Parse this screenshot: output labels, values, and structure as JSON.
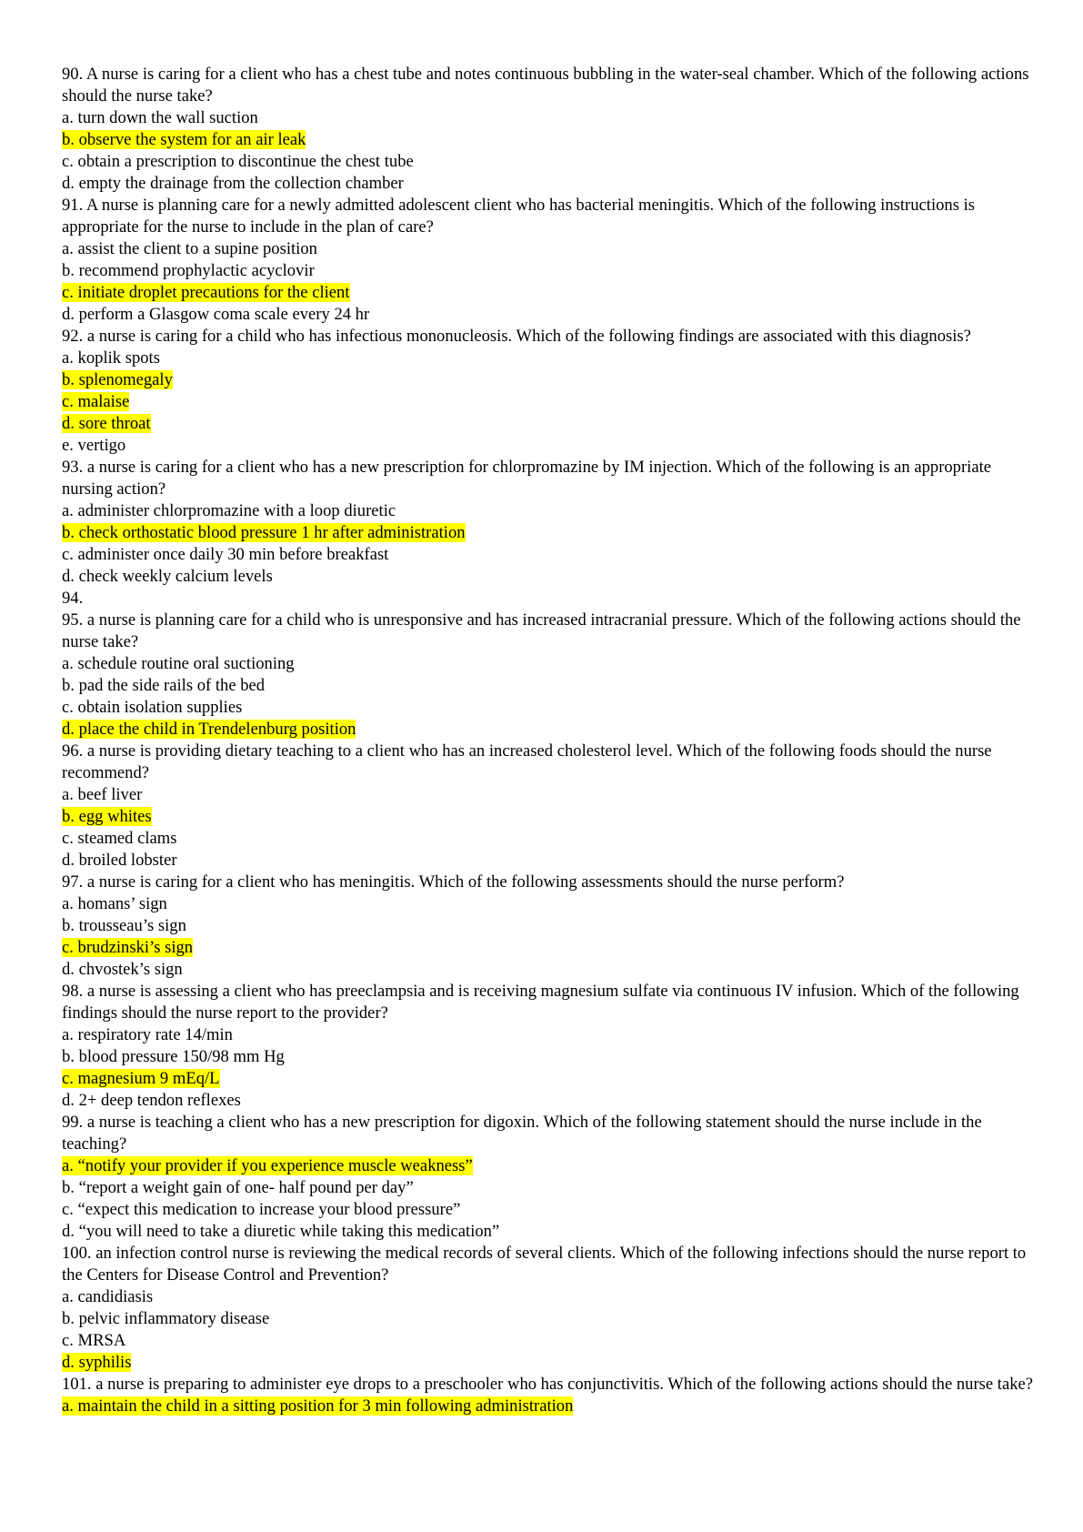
{
  "document": {
    "questions": [
      {
        "text": "90. A nurse is caring for a client who has a chest tube and notes continuous bubbling in the water-seal chamber. Which of the following actions should the nurse take?",
        "options": [
          {
            "text": "a. turn down the wall suction",
            "highlighted": false
          },
          {
            "text": "b. observe the system for an air leak",
            "highlighted": true
          },
          {
            "text": "c. obtain a prescription to discontinue the chest tube",
            "highlighted": false
          },
          {
            "text": "d. empty the drainage from the collection chamber",
            "highlighted": false
          }
        ]
      },
      {
        "text": "91. A nurse is planning care for a newly admitted adolescent client who has bacterial meningitis. Which of the following instructions is appropriate for the nurse to include in the plan of care?",
        "options": [
          {
            "text": "a. assist the client to a supine position",
            "highlighted": false
          },
          {
            "text": "b. recommend prophylactic acyclovir",
            "highlighted": false
          },
          {
            "text": "c. initiate droplet precautions for the client",
            "highlighted": true
          },
          {
            "text": "d. perform a Glasgow coma scale every 24 hr",
            "highlighted": false
          }
        ]
      },
      {
        "text": "92. a nurse is caring for a child who has infectious mononucleosis. Which of the following findings are associated with this diagnosis?",
        "options": [
          {
            "text": "a. koplik spots",
            "highlighted": false
          },
          {
            "text": "b. splenomegaly",
            "highlighted": true
          },
          {
            "text": "c. malaise",
            "highlighted": true
          },
          {
            "text": "d. sore throat",
            "highlighted": true
          },
          {
            "text": "e. vertigo",
            "highlighted": false
          }
        ]
      },
      {
        "text": "93. a nurse is caring for a client who has a new prescription for chlorpromazine by IM injection. Which of the following is an appropriate nursing action?",
        "options": [
          {
            "text": "a. administer chlorpromazine with a loop diuretic",
            "highlighted": false
          },
          {
            "text": "b. check orthostatic blood pressure 1 hr after administration",
            "highlighted": true
          },
          {
            "text": "c. administer once daily 30 min before breakfast",
            "highlighted": false
          },
          {
            "text": "d. check weekly calcium levels",
            "highlighted": false
          }
        ]
      },
      {
        "text": "94.",
        "options": []
      },
      {
        "text": "95. a nurse is planning care for a child who is unresponsive and has increased intracranial pressure. Which of the following actions should the nurse take?",
        "options": [
          {
            "text": "a. schedule routine oral suctioning",
            "highlighted": false
          },
          {
            "text": "b. pad the side rails of the bed",
            "highlighted": false
          },
          {
            "text": "c. obtain isolation supplies",
            "highlighted": false
          },
          {
            "text": "d. place the child in Trendelenburg position",
            "highlighted": true
          }
        ]
      },
      {
        "text": "96. a nurse is providing dietary teaching to a client who has an increased cholesterol level. Which of the following foods should the nurse recommend?",
        "options": [
          {
            "text": "a. beef liver",
            "highlighted": false
          },
          {
            "text": "b. egg whites",
            "highlighted": true
          },
          {
            "text": "c. steamed clams",
            "highlighted": false
          },
          {
            "text": "d. broiled lobster",
            "highlighted": false
          }
        ]
      },
      {
        "text": "97. a nurse is caring for a client who has meningitis. Which of the following assessments should the nurse perform?",
        "options": [
          {
            "text": "a. homans’ sign",
            "highlighted": false
          },
          {
            "text": "b. trousseau’s sign",
            "highlighted": false
          },
          {
            "text": "c. brudzinski’s sign",
            "highlighted": true
          },
          {
            "text": "d. chvostek’s sign",
            "highlighted": false
          }
        ]
      },
      {
        "text": "98. a nurse is assessing a client who has preeclampsia and is receiving magnesium sulfate via continuous IV infusion. Which of the following findings should the nurse report to the provider?",
        "options": [
          {
            "text": "a. respiratory rate 14/min",
            "highlighted": false
          },
          {
            "text": "b. blood pressure 150/98 mm Hg",
            "highlighted": false
          },
          {
            "text": "c. magnesium 9 mEq/L",
            "highlighted": true
          },
          {
            "text": "d. 2+ deep tendon reflexes",
            "highlighted": false
          }
        ]
      },
      {
        "text": "99. a nurse is teaching a client who has a new prescription for digoxin. Which of the following statement should the nurse include in the teaching?",
        "options": [
          {
            "text": "a. “notify your provider if you experience muscle weakness”",
            "highlighted": true
          },
          {
            "text": "b. “report a weight gain of one- half pound per day”",
            "highlighted": false
          },
          {
            "text": "c. “expect this medication to increase your blood pressure”",
            "highlighted": false
          },
          {
            "text": "d. “you will need to take a diuretic while taking this medication”",
            "highlighted": false
          }
        ]
      },
      {
        "text": "100. an infection control nurse is reviewing the medical records of several clients. Which of the following infections should the nurse report to the Centers for Disease Control and Prevention?",
        "options": [
          {
            "text": "a. candidiasis",
            "highlighted": false
          },
          {
            "text": "b. pelvic inflammatory disease",
            "highlighted": false
          },
          {
            "text": "c. MRSA",
            "highlighted": false
          },
          {
            "text": "d. syphilis",
            "highlighted": true
          }
        ]
      },
      {
        "text": "101. a nurse is preparing to administer eye drops to a preschooler who has conjunctivitis. Which of the following actions should the nurse take?",
        "options": [
          {
            "text": "a. maintain the child in a sitting position for 3 min following administration",
            "highlighted": true
          }
        ]
      }
    ],
    "highlight_color": "#ffff00",
    "text_color": "#000000",
    "background_color": "#ffffff"
  }
}
